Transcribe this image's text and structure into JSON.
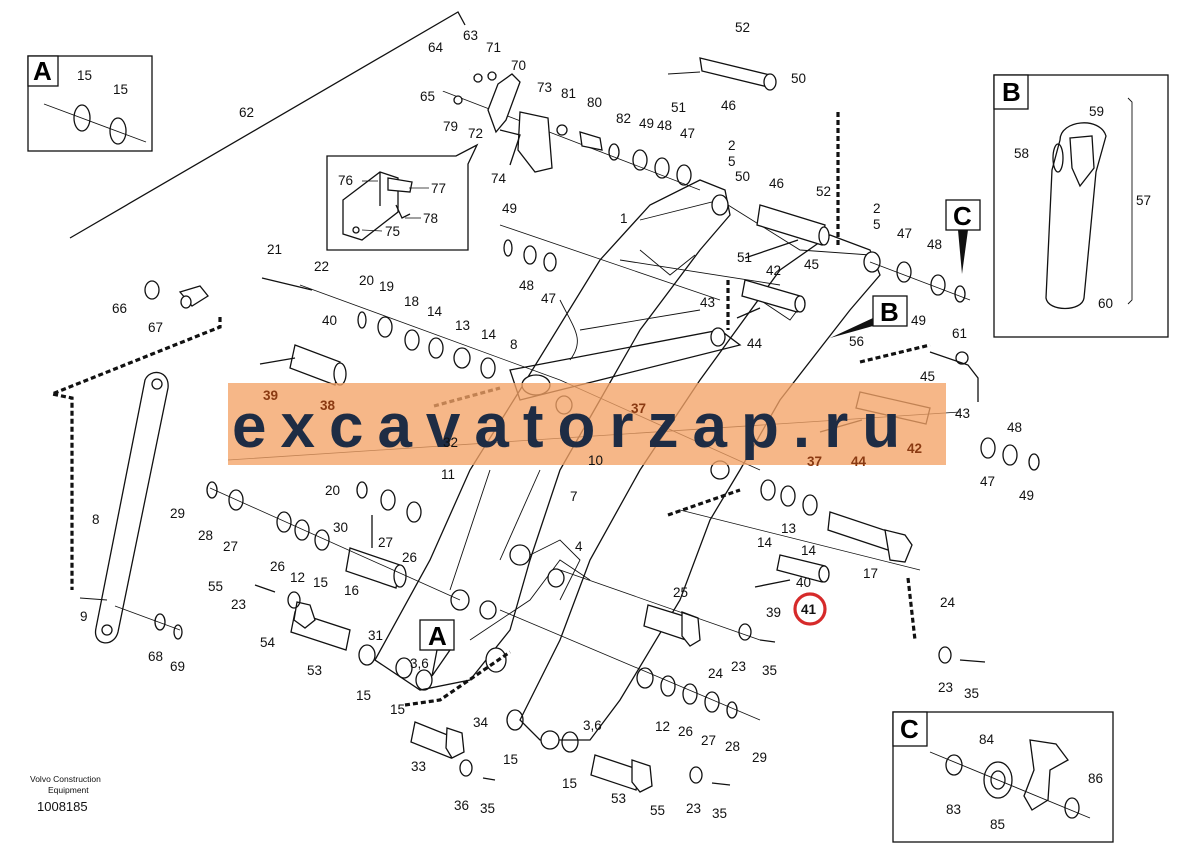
{
  "watermark": {
    "text": "excavatorzap.ru",
    "color": "#f4a366"
  },
  "footer": {
    "brand_line1": "Volvo Construction",
    "brand_line2": "Equipment",
    "drawing_number": "1008185"
  },
  "highlight": {
    "label": "41",
    "ring_color": "#d62a2a"
  },
  "detail_frames": [
    {
      "letter": "A",
      "labels": [
        "15",
        "15"
      ]
    },
    {
      "letter": "B",
      "labels": [
        "59",
        "58",
        "57",
        "60"
      ]
    },
    {
      "letter": "C",
      "labels": [
        "84",
        "86",
        "83",
        "85"
      ]
    }
  ],
  "reference_tags": [
    "A",
    "B",
    "C"
  ],
  "inset_labels": [
    "76",
    "77",
    "78",
    "75"
  ],
  "callouts": [
    "62",
    "64",
    "63",
    "71",
    "70",
    "65",
    "79",
    "72",
    "73",
    "81",
    "80",
    "82",
    "49",
    "48",
    "47",
    "74",
    "52",
    "50",
    "51",
    "46",
    "2",
    "5",
    "50",
    "46",
    "52",
    "51",
    "2",
    "5",
    "47",
    "48",
    "49",
    "1",
    "49",
    "48",
    "47",
    "45",
    "43",
    "42",
    "44",
    "56",
    "61",
    "45",
    "43",
    "48",
    "47",
    "49",
    "21",
    "22",
    "20",
    "19",
    "18",
    "14",
    "13",
    "14",
    "8",
    "40",
    "39",
    "38",
    "37",
    "37",
    "44",
    "42",
    "32",
    "10",
    "11",
    "7",
    "66",
    "67",
    "29",
    "28",
    "27",
    "20",
    "30",
    "27",
    "26",
    "26",
    "12",
    "15",
    "16",
    "31",
    "4",
    "14",
    "13",
    "14",
    "40",
    "39",
    "17",
    "24",
    "55",
    "23",
    "54",
    "53",
    "25",
    "24",
    "23",
    "35",
    "3,6",
    "15",
    "15",
    "12",
    "26",
    "27",
    "28",
    "29",
    "34",
    "33",
    "15",
    "36",
    "35",
    "3,6",
    "15",
    "53",
    "55",
    "23",
    "35",
    "23",
    "35",
    "9",
    "68",
    "69",
    "8"
  ]
}
